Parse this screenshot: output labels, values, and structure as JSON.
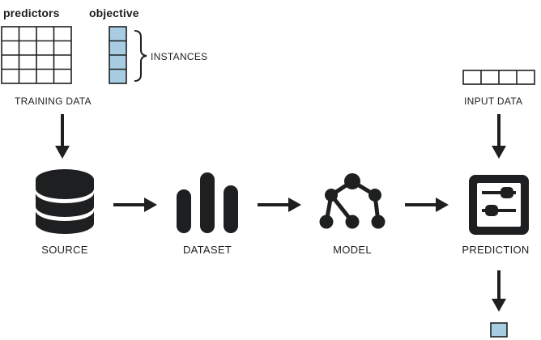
{
  "labels": {
    "predictors": "predictors",
    "objective": "objective",
    "instances": "INSTANCES",
    "training_data": "TRAINING DATA",
    "input_data": "INPUT DATA"
  },
  "stages": [
    {
      "label": "SOURCE",
      "icon": "database-icon"
    },
    {
      "label": "DATASET",
      "icon": "bar-chart-icon"
    },
    {
      "label": "MODEL",
      "icon": "tree-network-icon"
    },
    {
      "label": "PREDICTION",
      "icon": "sliders-icon"
    }
  ],
  "colors": {
    "ink": "#1e1f20",
    "cell_fill": "#a8cde3",
    "cell_stroke": "#2c5f86",
    "background": "#ffffff"
  }
}
